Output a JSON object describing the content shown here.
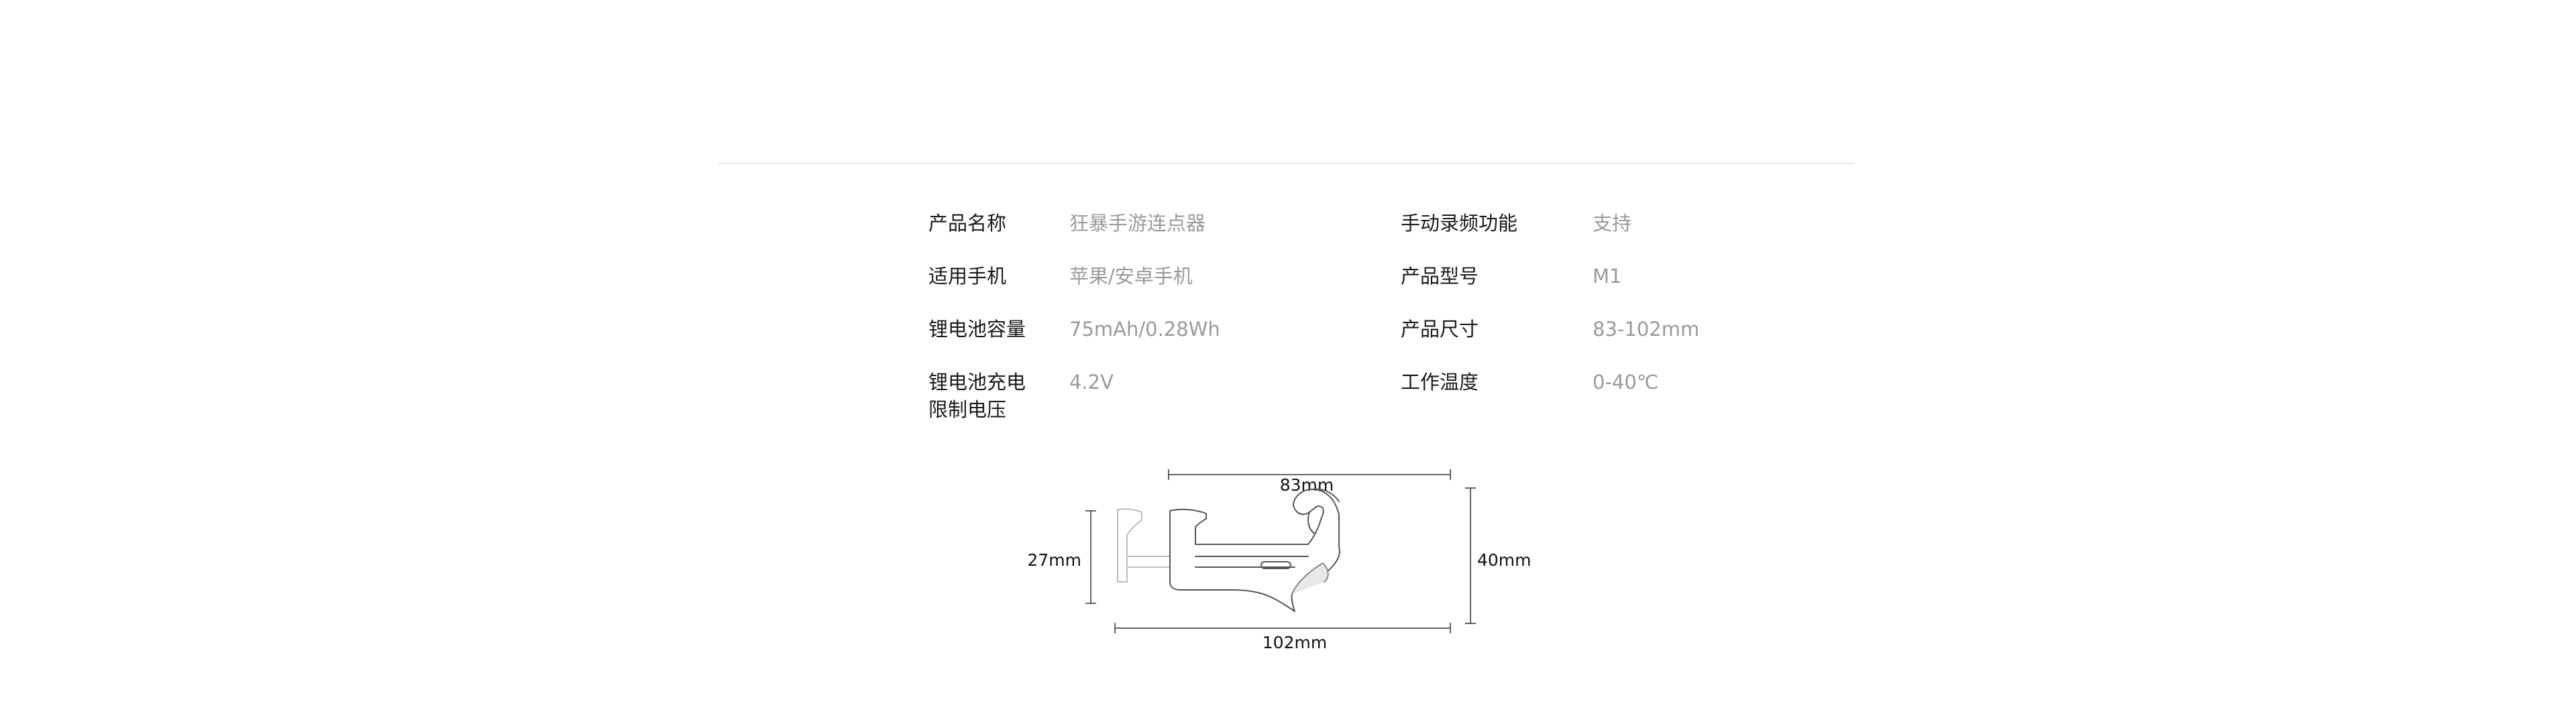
{
  "specs": {
    "left": [
      {
        "label": "产品名称",
        "value": "狂暴手游连点器"
      },
      {
        "label": "适用手机",
        "value": "苹果/安卓手机"
      },
      {
        "label": "锂电池容量",
        "value": "75mAh/0.28Wh"
      },
      {
        "label": "锂电池充电",
        "label_line2": "限制电压",
        "value": "4.2V"
      }
    ],
    "right": [
      {
        "label": "手动录频功能",
        "value": "支持"
      },
      {
        "label": "产品型号",
        "value": "M1"
      },
      {
        "label": "产品尺寸",
        "value": "83-102mm"
      },
      {
        "label": "工作温度",
        "value": "0-40℃"
      }
    ]
  },
  "dimensions": {
    "top": "83mm",
    "bottom": "102mm",
    "left": "27mm",
    "right": "40mm"
  }
}
